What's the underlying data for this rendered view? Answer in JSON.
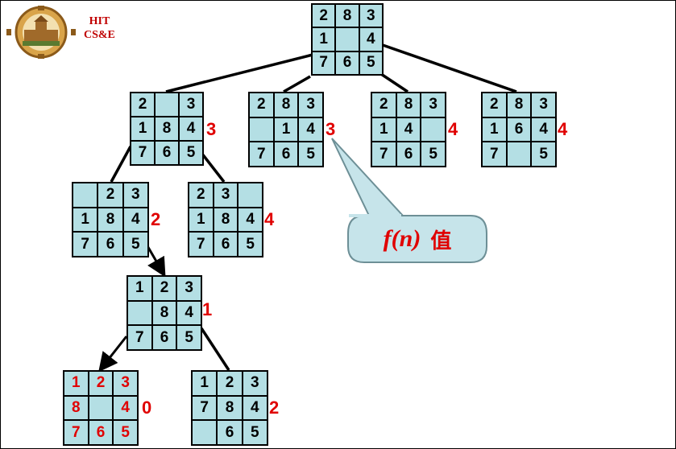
{
  "header": {
    "line1": "HIT",
    "line2": "CS&E"
  },
  "callout": {
    "label": "f(n)",
    "suffix": "值"
  },
  "colors": {
    "cell": "#b4dfe4",
    "accent": "#e00000",
    "callout_fill": "#c6e4ea"
  },
  "boards": [
    {
      "id": "root",
      "cells": [
        "2",
        "8",
        "3",
        "1",
        "",
        "4",
        "7",
        "6",
        "5"
      ],
      "f": ""
    },
    {
      "id": "n1",
      "cells": [
        "2",
        "",
        "3",
        "1",
        "8",
        "4",
        "7",
        "6",
        "5"
      ],
      "f": "3"
    },
    {
      "id": "n2",
      "cells": [
        "2",
        "8",
        "3",
        "",
        "1",
        "4",
        "7",
        "6",
        "5"
      ],
      "f": "3"
    },
    {
      "id": "n3",
      "cells": [
        "2",
        "8",
        "3",
        "1",
        "4",
        "",
        "7",
        "6",
        "5"
      ],
      "f": "4"
    },
    {
      "id": "n4",
      "cells": [
        "2",
        "8",
        "3",
        "1",
        "6",
        "4",
        "7",
        "",
        "5"
      ],
      "f": "4"
    },
    {
      "id": "n5",
      "cells": [
        "",
        "2",
        "3",
        "1",
        "8",
        "4",
        "7",
        "6",
        "5"
      ],
      "f": "2"
    },
    {
      "id": "n6",
      "cells": [
        "2",
        "3",
        "",
        "1",
        "8",
        "4",
        "7",
        "6",
        "5"
      ],
      "f": "4"
    },
    {
      "id": "n7",
      "cells": [
        "1",
        "2",
        "3",
        "",
        "8",
        "4",
        "7",
        "6",
        "5"
      ],
      "f": "1"
    },
    {
      "id": "goal",
      "cells": [
        "1",
        "2",
        "3",
        "8",
        "",
        "4",
        "7",
        "6",
        "5"
      ],
      "f": "0",
      "red": true
    },
    {
      "id": "n9",
      "cells": [
        "1",
        "2",
        "3",
        "7",
        "8",
        "4",
        "",
        "6",
        "5"
      ],
      "f": "2"
    }
  ]
}
